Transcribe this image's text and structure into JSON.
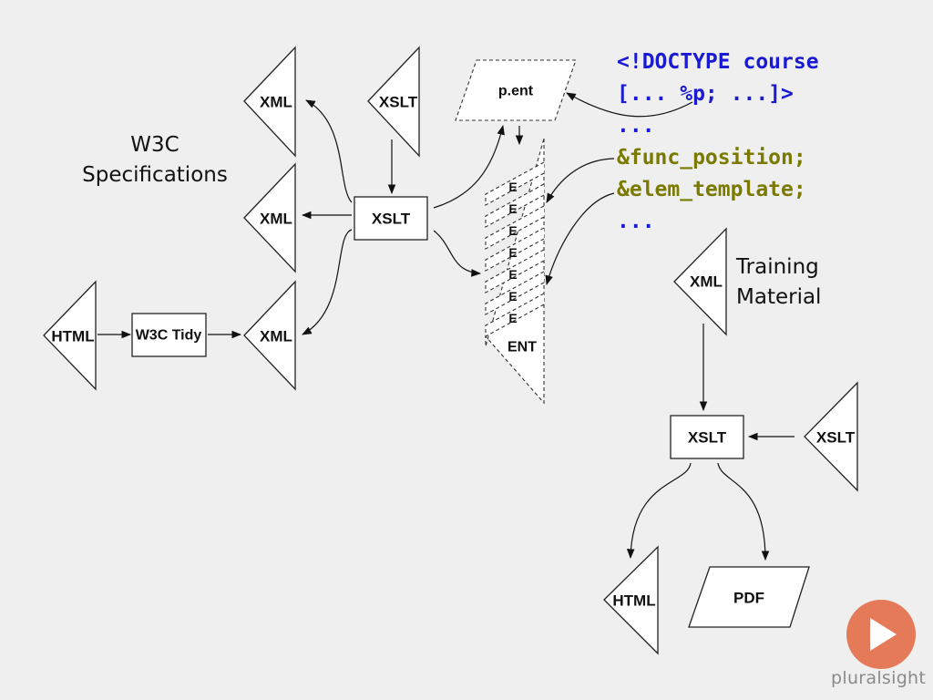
{
  "headings": {
    "w3c": "W3C\nSpecifications",
    "training": "Training\nMaterial"
  },
  "nodes": {
    "xml_top": "XML",
    "xml_mid": "XML",
    "xml_bottom": "XML",
    "xslt_input_top": "XSLT",
    "xslt_center": "XSLT",
    "html_input": "HTML",
    "w3c_tidy": "W3C Tidy",
    "pent": "p.ent",
    "ent_stack_item": "E",
    "ent_stack_last": "ENT",
    "xml_training": "XML",
    "xslt_training": "XSLT",
    "xslt_training_input": "XSLT",
    "html_output": "HTML",
    "pdf_output": "PDF"
  },
  "code": {
    "line1": "<!DOCTYPE course",
    "line2": "[... %p; ...]>",
    "line3": "...",
    "line4": "&func_position;",
    "line5": "&elem_template;",
    "line6": "..."
  },
  "brand": {
    "name": "pluralsight",
    "logo_icon": "play-icon"
  },
  "colors": {
    "code_blue": "#1a1ad2",
    "code_olive": "#7a7a00",
    "brand_orange": "#e57a58"
  }
}
